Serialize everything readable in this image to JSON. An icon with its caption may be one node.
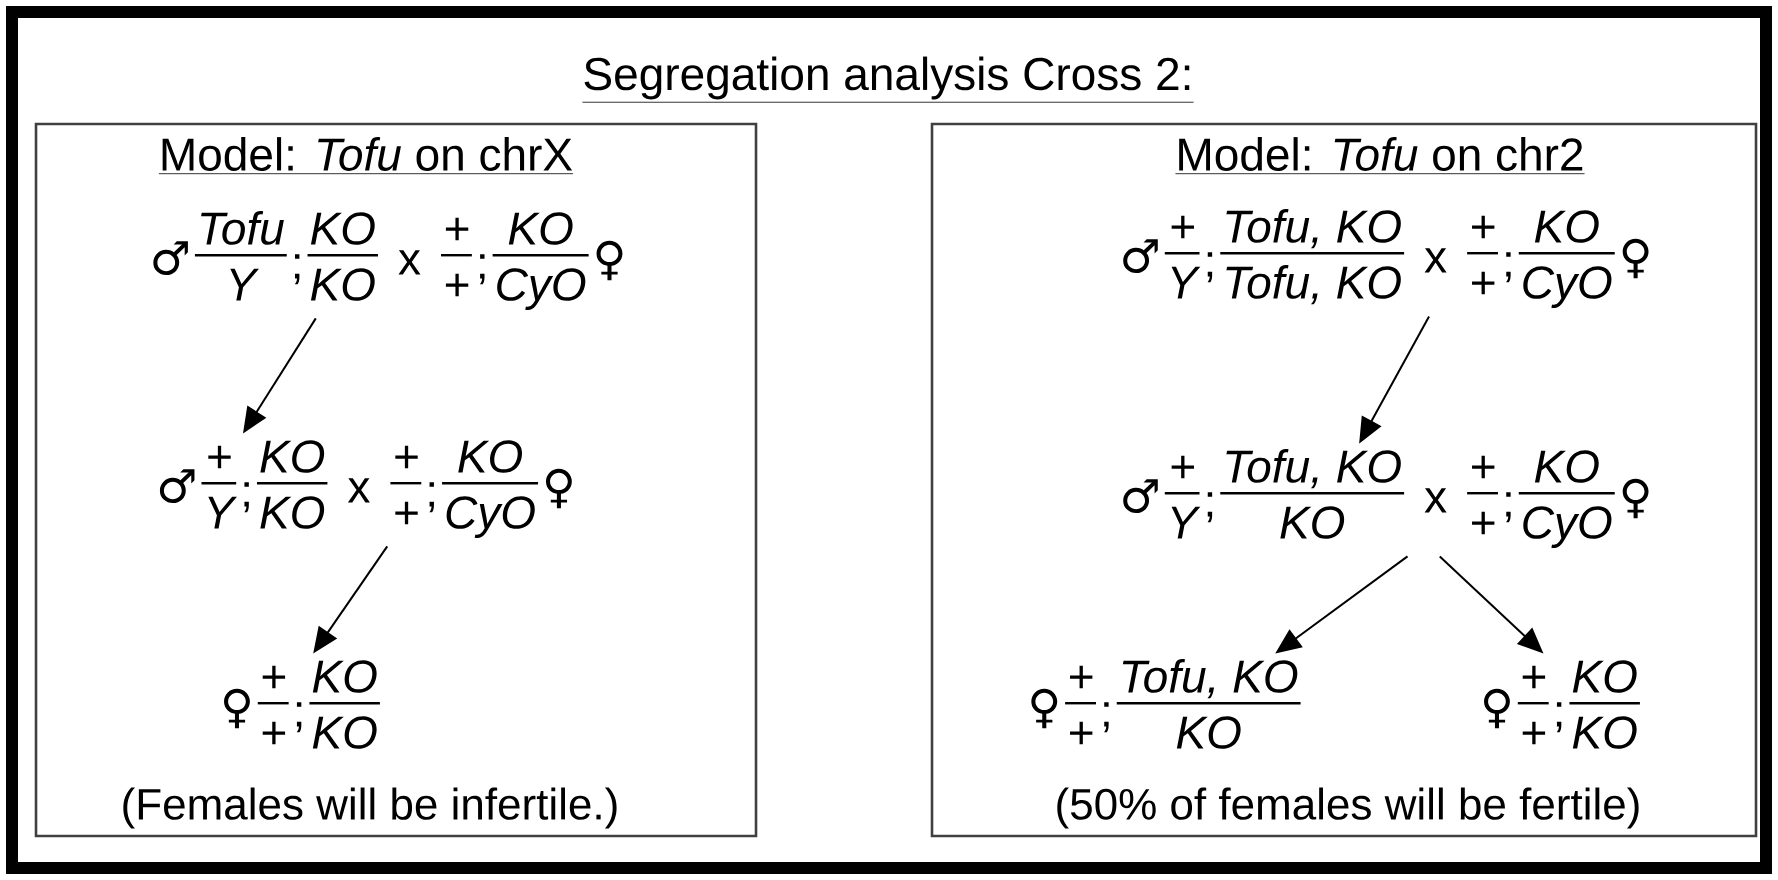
{
  "diagram": {
    "title": "Segregation analysis Cross 2:",
    "nodes": [
      {
        "text": [
          "Model: *Tofu* on chrX",
          "(Females will be infertile.)"
        ]
      },
      {
        "text": [
          "♂",
          "Tofu",
          "Y",
          ";",
          "KO",
          "KO",
          "x",
          "+",
          "+",
          ";",
          "KO",
          "CyO",
          "♀"
        ],
        "in": 0
      },
      {
        "text": [
          "♂",
          "+",
          "Y",
          ";",
          "KO",
          "KO",
          "x",
          "+",
          "+",
          ";",
          "KO",
          "CyO",
          "♀"
        ],
        "in": 0
      },
      {
        "text": [
          "♀",
          "+",
          "+",
          ";",
          "KO",
          "KO"
        ],
        "in": 0
      },
      {
        "text": [
          "Model: *Tofu* on chr2",
          "(50% of females will be fertile)"
        ]
      },
      {
        "text": [
          "♂",
          "+",
          "Y",
          ";",
          "Tofu, KO",
          "Tofu, KO",
          "x",
          "+",
          "+",
          ";",
          "KO",
          "CyO",
          "♀"
        ],
        "in": 4
      },
      {
        "text": [
          "♂",
          "+",
          "Y",
          ";",
          "Tofu, KO",
          "KO",
          "x",
          "+",
          "+",
          ";",
          "KO",
          "CyO",
          "♀"
        ],
        "in": 4
      },
      {
        "text": [
          "♀",
          "+",
          "+",
          ";",
          "Tofu, KO",
          "KO"
        ],
        "in": 4
      },
      {
        "text": [
          "♀",
          "+",
          "+",
          ";",
          "KO",
          "KO"
        ],
        "in": 4
      }
    ],
    "edges": [
      {
        "from": 1,
        "to": 2,
        "arrow": "to"
      },
      {
        "from": 2,
        "to": 3,
        "arrow": "to"
      },
      {
        "from": 5,
        "to": 6,
        "arrow": "to"
      },
      {
        "from": 6,
        "to": 7,
        "arrow": "to"
      },
      {
        "from": 6,
        "to": 8,
        "arrow": "to"
      }
    ]
  }
}
